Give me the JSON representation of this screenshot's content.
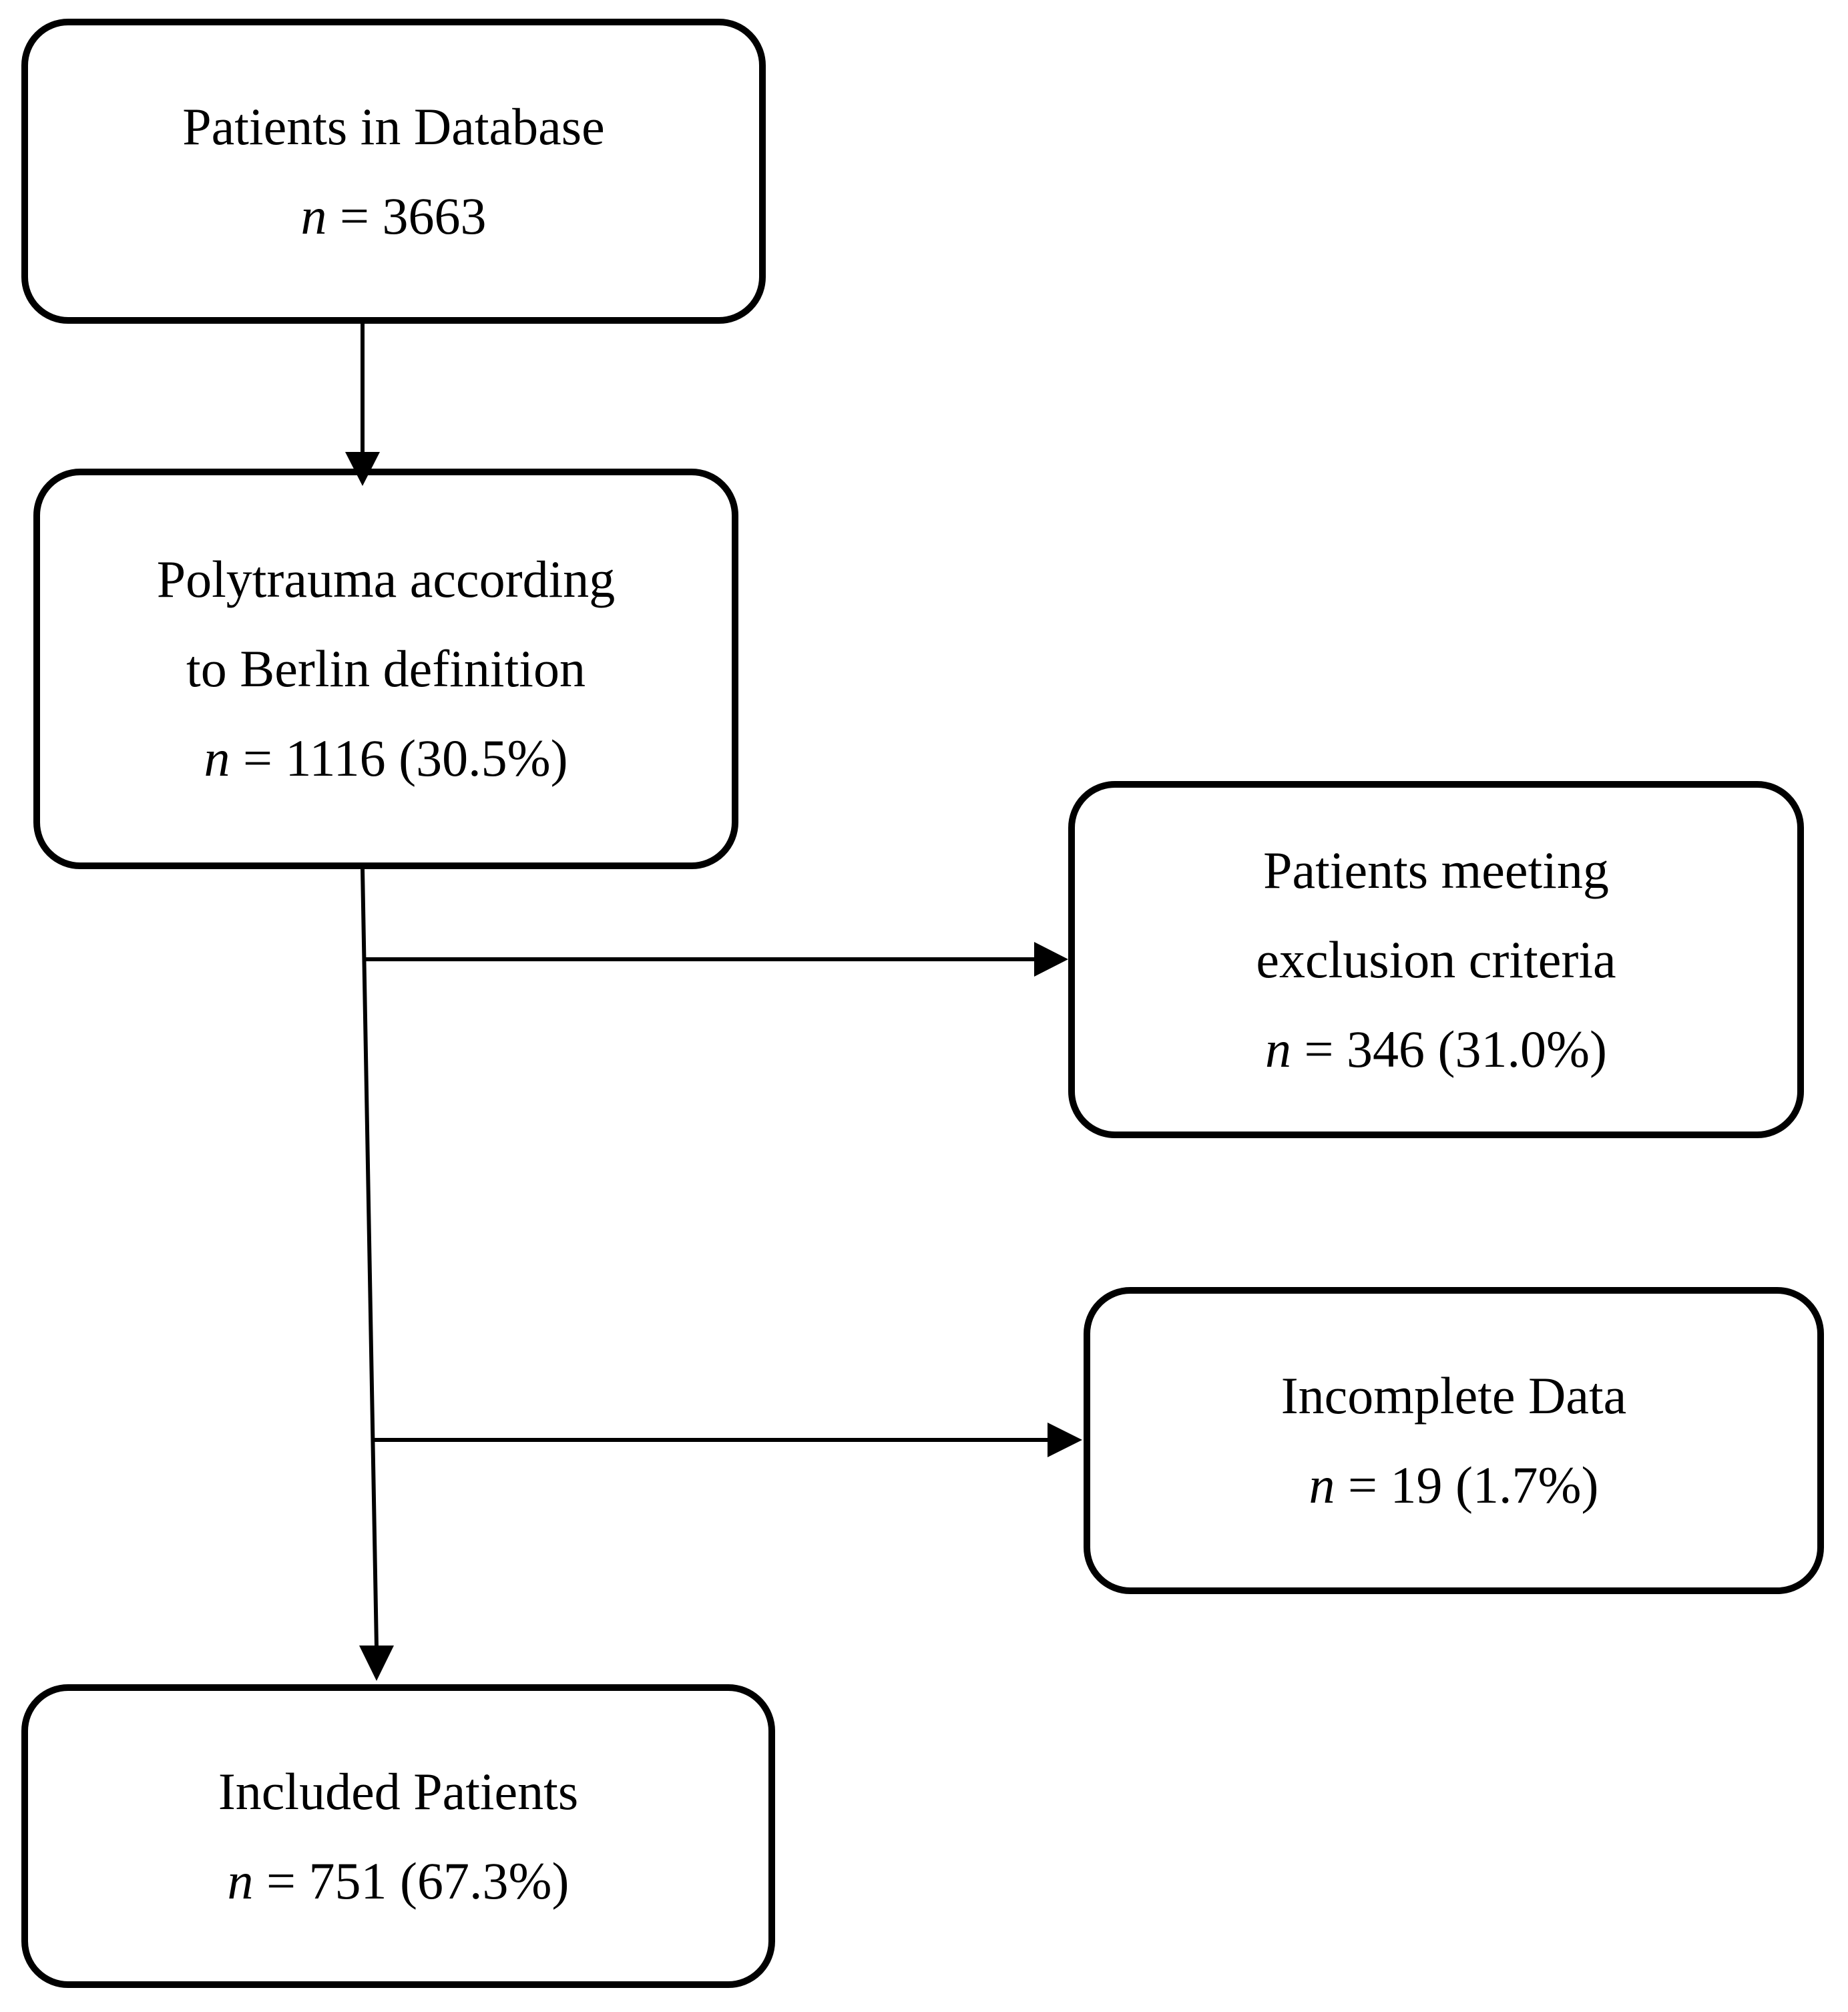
{
  "figure": {
    "type": "flowchart",
    "background_color": "#ffffff",
    "stroke_color": "#000000"
  },
  "nodes": [
    {
      "id": "database",
      "title_lines": [
        "Patients in Database"
      ],
      "n_italic": "n",
      "n_rest": " = 3663"
    },
    {
      "id": "polytrauma",
      "title_lines": [
        "Polytrauma according",
        "to Berlin definition"
      ],
      "n_italic": "n",
      "n_rest": " = 1116 (30.5%)"
    },
    {
      "id": "exclusion",
      "title_lines": [
        "Patients meeting",
        "exclusion criteria"
      ],
      "n_italic": "n",
      "n_rest": " = 346 (31.0%)"
    },
    {
      "id": "incomplete",
      "title_lines": [
        "Incomplete Data"
      ],
      "n_italic": "n",
      "n_rest": " = 19 (1.7%)"
    },
    {
      "id": "included",
      "title_lines": [
        "Included Patients"
      ],
      "n_italic": "n",
      "n_rest": " = 751 (67.3%)"
    }
  ],
  "edges": [
    {
      "from": "database",
      "to": "polytrauma"
    },
    {
      "from": "polytrauma",
      "to": "exclusion"
    },
    {
      "from": "polytrauma",
      "to": "incomplete"
    },
    {
      "from": "polytrauma",
      "to": "included"
    }
  ]
}
